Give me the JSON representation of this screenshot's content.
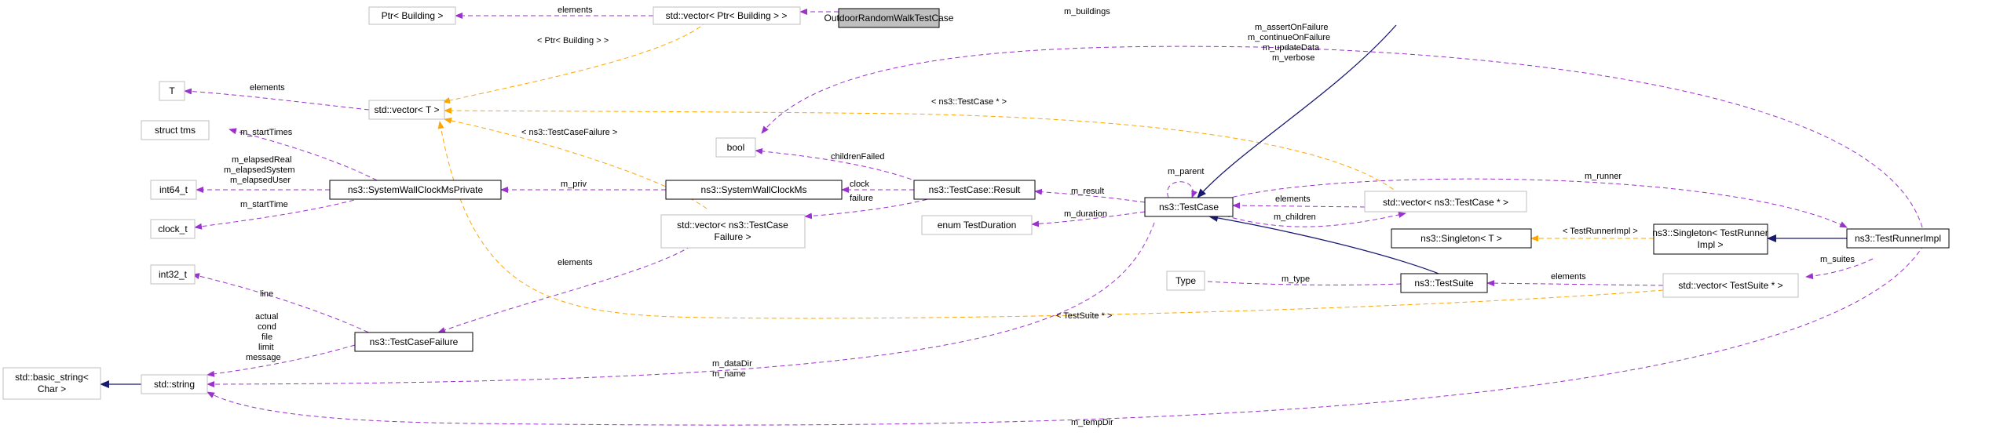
{
  "nodes": {
    "outdoor": {
      "label": "OutdoorRandomWalkTestCase"
    },
    "ptr_building": {
      "label": "Ptr< Building >"
    },
    "vec_ptr_building": {
      "label": "std::vector< Ptr< Building > >"
    },
    "T": {
      "label": "T"
    },
    "vec_T": {
      "label": "std::vector< T >"
    },
    "struct_tms": {
      "label": "struct tms"
    },
    "int64": {
      "label": "int64_t"
    },
    "swc_private": {
      "label": "ns3::SystemWallClockMsPrivate"
    },
    "clock_t": {
      "label": "clock_t"
    },
    "bool": {
      "label": "bool"
    },
    "swc": {
      "label": "ns3::SystemWallClockMs"
    },
    "result": {
      "label": "ns3::TestCase::Result"
    },
    "vec_failure": {
      "label_line1": "std::vector< ns3::TestCase",
      "label_line2": "Failure >"
    },
    "enum_duration": {
      "label": "enum TestDuration"
    },
    "testcase": {
      "label": "ns3::TestCase"
    },
    "vec_testcase": {
      "label": "std::vector< ns3::TestCase * >"
    },
    "singleton_T": {
      "label": "ns3::Singleton< T >"
    },
    "singleton_runner": {
      "label_line1": "ns3::Singleton< TestRunner",
      "label_line2": "Impl >"
    },
    "runner_impl": {
      "label": "ns3::TestRunnerImpl"
    },
    "int32": {
      "label": "int32_t"
    },
    "type": {
      "label": "Type"
    },
    "testsuite": {
      "label": "ns3::TestSuite"
    },
    "vec_suite": {
      "label": "std::vector< TestSuite * >"
    },
    "failure": {
      "label": "ns3::TestCaseFailure"
    },
    "basic_string": {
      "label_line1": "std::basic_string<",
      "label_line2": "Char >"
    },
    "string": {
      "label": "std::string"
    }
  },
  "edge_labels": {
    "m_buildings": "m_buildings",
    "elements_ptr": "elements",
    "tmpl_ptr_building": "< Ptr< Building > >",
    "elements_T": "elements",
    "tmpl_testcase": "< ns3::TestCase * >",
    "tmpl_failure": "< ns3::TestCaseFailure >",
    "m_startTimes": "m_startTimes",
    "m_elapsedReal": "m_elapsedReal",
    "m_elapsedSystem": "m_elapsedSystem",
    "m_elapsedUser": "m_elapsedUser",
    "m_startTime": "m_startTime",
    "m_priv": "m_priv",
    "childrenFailed": "childrenFailed",
    "clock": "clock",
    "failure": "failure",
    "m_result": "m_result",
    "m_duration": "m_duration",
    "m_parent": "m_parent",
    "elements_tc": "elements",
    "m_children": "m_children",
    "m_runner": "m_runner",
    "m_assertOnFailure": "m_assertOnFailure",
    "m_continueOnFailure": "m_continueOnFailure",
    "m_updateData": "m_updateData",
    "m_verbose": "m_verbose",
    "tmpl_runner": "< TestRunnerImpl >",
    "m_suites": "m_suites",
    "elements_suite": "elements",
    "m_type": "m_type",
    "tmpl_suite": "< TestSuite * >",
    "elements_failure": "elements",
    "line": "line",
    "actual": "actual",
    "cond": "cond",
    "file": "file",
    "limit": "limit",
    "message": "message",
    "m_dataDir": "m_dataDir",
    "m_name": "m_name",
    "m_tempDir": "m_tempDir"
  },
  "colors": {
    "usage_edge": "#9a32cd",
    "template_edge": "#ffa500",
    "inheritance_edge": "#191970",
    "highlight_node_fill": "#bfbfbf",
    "plain_node_border": "#bfbfbf",
    "documented_node_border": "#000000"
  }
}
